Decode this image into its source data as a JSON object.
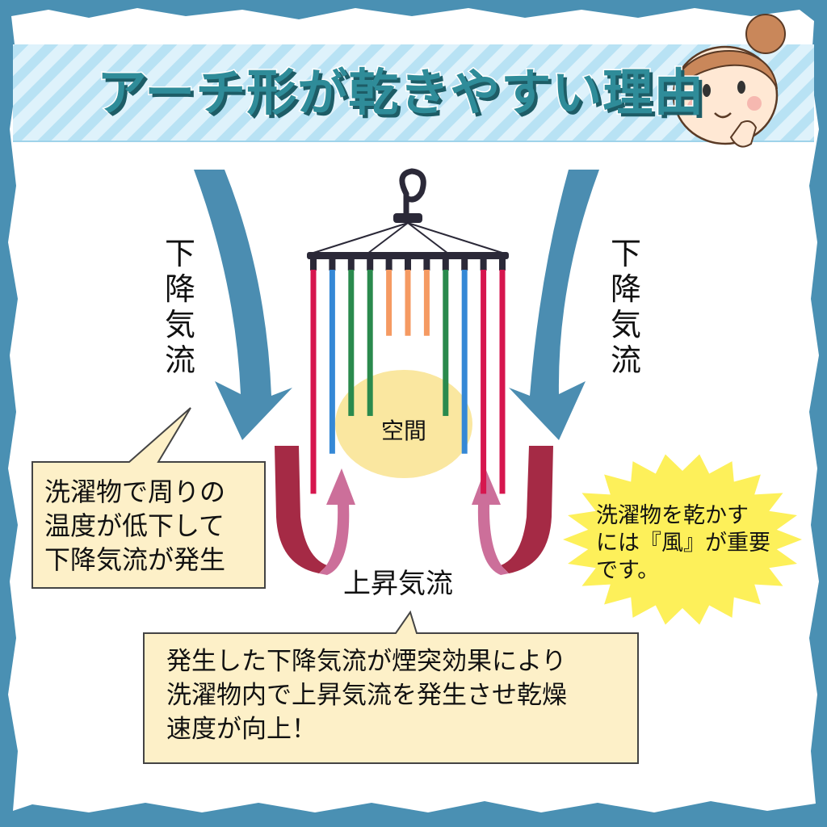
{
  "title": "アーチ形が乾きやすい理由",
  "airflow": {
    "down_left": "下降気流",
    "down_right": "下降気流",
    "up": "上昇気流",
    "space": "空間"
  },
  "notes": {
    "left_bubble": [
      "洗濯物で周りの",
      "温度が低下して",
      "下降気流が発生"
    ],
    "burst": [
      "洗濯物を乾かす",
      "には『風』が重要",
      "です。"
    ],
    "bottom_bubble": [
      "発生した下降気流が煙突効果により",
      "洗濯物内で上昇気流を発生させ乾燥",
      "速度が向上！"
    ]
  },
  "colors": {
    "teal": "#2f8c99",
    "blue_frame": "#4a90b3",
    "arrow_down": "#4b8db1",
    "arrow_up": "#cc6f9a",
    "arrow_up_dark": "#a52a45",
    "space": "#fae7a0",
    "bubble": "#fdf0c8",
    "burst": "#fdf05a"
  },
  "hanger": {
    "bar_colors": [
      "#d6164e",
      "#3588d6",
      "#2a8a4d",
      "#2a8a4d",
      "#f59a62",
      "#f59a62",
      "#f59a62",
      "#2a8a4d",
      "#3588d6",
      "#d6164e",
      "#d6164e"
    ],
    "bar_lengths": [
      0.95,
      0.78,
      0.62,
      0.62,
      0.28,
      0.28,
      0.28,
      0.62,
      0.78,
      0.95,
      0.95
    ]
  },
  "mascot": "girl-pointing-character"
}
